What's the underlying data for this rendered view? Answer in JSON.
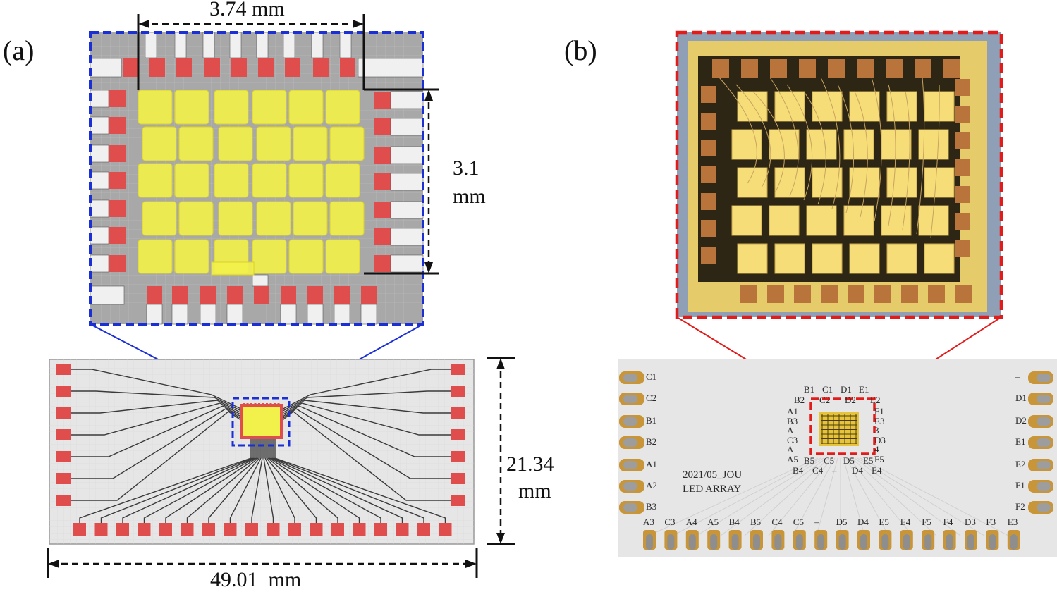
{
  "panel_a": {
    "label": "(a)",
    "dim_top": "3.74 mm",
    "dim_right_value": "3.1",
    "dim_right_unit": "mm",
    "dim_board_height_value": "21.34",
    "dim_board_height_unit": "mm",
    "dim_board_width": "49.01  mm"
  },
  "panel_b": {
    "label": "(b)",
    "board_title_line1": "2021/05_JOU",
    "board_title_line2": "LED ARRAY",
    "left_labels": [
      "C1",
      "C2",
      "B1",
      "B2",
      "A1",
      "A2",
      "B3"
    ],
    "right_labels": [
      "–",
      "D1",
      "D2",
      "E1",
      "E2",
      "F1",
      "F2"
    ],
    "bottom_labels": [
      "A3",
      "C3",
      "A4",
      "A5",
      "B4",
      "B5",
      "C4",
      "C5",
      "–",
      "D5",
      "D4",
      "E5",
      "E4",
      "F5",
      "F4",
      "D3",
      "F3",
      "E3"
    ],
    "chip_labels_top": [
      "B1",
      "C1",
      "D1",
      "E1"
    ],
    "chip_labels_row2": [
      "B2",
      "C2",
      "D2",
      "E2"
    ],
    "chip_labels_left": [
      "A1",
      "B3",
      "A",
      "C3",
      "A",
      "A5"
    ],
    "chip_labels_right": [
      "F1",
      "E3",
      "3",
      "D3",
      "4",
      "F5"
    ],
    "chip_labels_bottom1": [
      "B5",
      "C5",
      "D5",
      "E5"
    ],
    "chip_labels_bottom2": [
      "B4",
      "C4",
      "–",
      "D4",
      "E4"
    ]
  },
  "colors": {
    "blue_box": "#1a2fd6",
    "red_box": "#e21b1b",
    "pad_red": "#e04d4d",
    "led_yellow": "#f2f04a",
    "gray_bg": "#a6a6a6",
    "board_bg": "#e9e9e9"
  }
}
